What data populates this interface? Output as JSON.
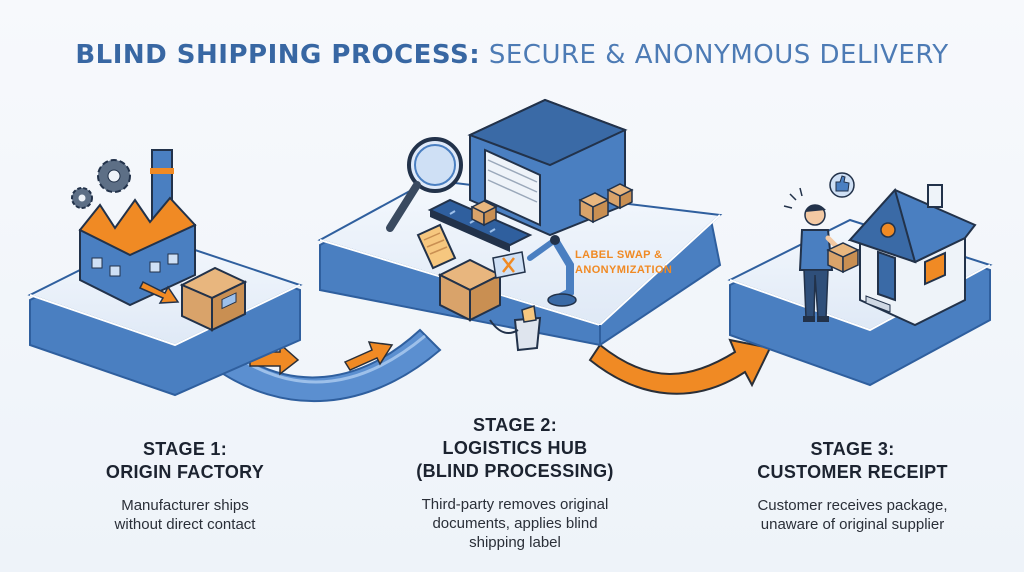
{
  "title": {
    "bold_part": "BLIND SHIPPING PROCESS:",
    "light_part": "SECURE & ANONYMOUS DELIVERY"
  },
  "annotation": {
    "line1": "LABEL SWAP &",
    "line2": "ANONYMIZATION"
  },
  "stages": [
    {
      "title_line1": "STAGE 1:",
      "title_line2": "ORIGIN FACTORY",
      "desc_line1": "Manufacturer ships",
      "desc_line2": "without direct contact"
    },
    {
      "title_line1": "STAGE 2:",
      "title_line2": "LOGISTICS HUB",
      "title_line3": "(BLIND PROCESSING)",
      "desc_line1": "Third-party removes original",
      "desc_line2": "documents, applies blind",
      "desc_line3": "shipping label"
    },
    {
      "title_line1": "STAGE 3:",
      "title_line2": "CUSTOMER RECEIPT",
      "desc_line1": "Customer receives package,",
      "desc_line2": "unaware of original supplier"
    }
  ],
  "colors": {
    "primary_blue": "#4a7fc1",
    "dark_blue": "#2f5f9e",
    "orange": "#f08a24",
    "box_tan": "#d9a36a",
    "platform": "#e8f0fa"
  },
  "icons": [
    "factory-icon",
    "gear-icon",
    "package-icon",
    "warehouse-icon",
    "magnifier-icon",
    "conveyor-icon",
    "document-icon",
    "robot-arm-icon",
    "trash-bin-icon",
    "person-icon",
    "thumbs-up-icon",
    "house-icon",
    "arrow-icon"
  ]
}
